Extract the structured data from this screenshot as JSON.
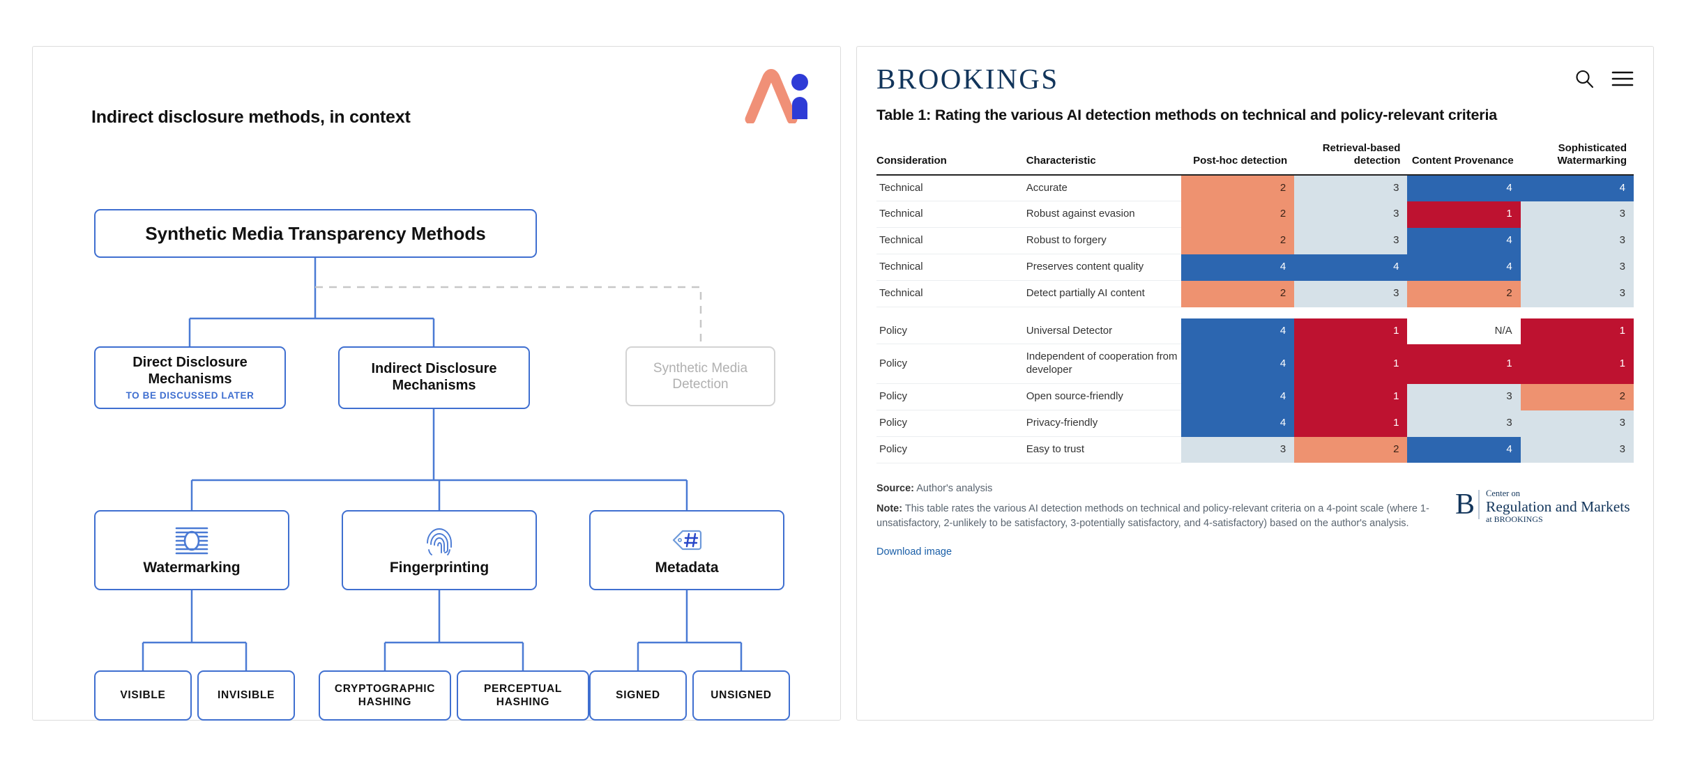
{
  "left": {
    "title": "Indirect disclosure methods, in context",
    "logo_name": "ai-logo",
    "nodes": {
      "root": "Synthetic Media Transparency Methods",
      "direct": "Direct Disclosure Mechanisms",
      "direct_sub": "TO BE DISCUSSED LATER",
      "indirect": "Indirect Disclosure Mechanisms",
      "ghost": "Synthetic Media Detection",
      "watermarking": "Watermarking",
      "fingerprinting": "Fingerprinting",
      "metadata": "Metadata",
      "visible": "VISIBLE",
      "invisible": "INVISIBLE",
      "crypto_hashing": "CRYPTOGRAPHIC HASHING",
      "perceptual_hashing": "PERCEPTUAL HASHING",
      "signed": "SIGNED",
      "unsigned": "UNSIGNED"
    },
    "icons": {
      "watermarking": "watermark-lines-icon",
      "fingerprinting": "fingerprint-icon",
      "metadata": "tag-hash-icon"
    }
  },
  "right": {
    "brand": "BROOKINGS",
    "search_icon": "search-icon",
    "menu_icon": "hamburger-menu-icon",
    "table_title": "Table 1: Rating the various AI detection methods on technical and policy-relevant criteria",
    "columns": [
      "Consideration",
      "Characteristic",
      "Post-hoc detection",
      "Retrieval-based detection",
      "Content Provenance",
      "Sophisticated Watermarking"
    ],
    "rows": [
      {
        "consideration": "Technical",
        "characteristic": "Accurate",
        "scores": [
          "2",
          "3",
          "4",
          "4"
        ]
      },
      {
        "consideration": "Technical",
        "characteristic": "Robust against evasion",
        "scores": [
          "2",
          "3",
          "1",
          "3"
        ]
      },
      {
        "consideration": "Technical",
        "characteristic": "Robust to forgery",
        "scores": [
          "2",
          "3",
          "4",
          "3"
        ]
      },
      {
        "consideration": "Technical",
        "characteristic": "Preserves content quality",
        "scores": [
          "4",
          "4",
          "4",
          "3"
        ]
      },
      {
        "consideration": "Technical",
        "characteristic": "Detect partially AI content",
        "scores": [
          "2",
          "3",
          "2",
          "3"
        ]
      },
      {
        "consideration": "Policy",
        "characteristic": "Universal Detector",
        "scores": [
          "4",
          "1",
          "N/A",
          "1"
        ]
      },
      {
        "consideration": "Policy",
        "characteristic": "Independent of cooperation from developer",
        "scores": [
          "4",
          "1",
          "1",
          "1"
        ]
      },
      {
        "consideration": "Policy",
        "characteristic": "Open source-friendly",
        "scores": [
          "4",
          "1",
          "3",
          "2"
        ]
      },
      {
        "consideration": "Policy",
        "characteristic": "Privacy-friendly",
        "scores": [
          "4",
          "1",
          "3",
          "3"
        ]
      },
      {
        "consideration": "Policy",
        "characteristic": "Easy to trust",
        "scores": [
          "3",
          "2",
          "4",
          "3"
        ]
      }
    ],
    "gap_after_row_index": 4,
    "source_label": "Source:",
    "source_text": "Author's analysis",
    "note_label": "Note:",
    "note_text": "This table rates the various AI detection methods on technical and policy-relevant criteria on a 4-point scale (where 1-unsatisfactory, 2-unlikely to be satisfactory, 3-potentially satisfactory, and 4-satisfactory) based on the author's analysis.",
    "download_link": "Download image",
    "center_logo": {
      "mark": "B",
      "line1": "Center on",
      "line2": "Regulation and Markets",
      "line3": "at BROOKINGS"
    }
  },
  "chart_data": {
    "type": "heatmap",
    "title": "Table 1: Rating the various AI detection methods on technical and policy-relevant criteria",
    "x_categories": [
      "Post-hoc detection",
      "Retrieval-based detection",
      "Content Provenance",
      "Sophisticated Watermarking"
    ],
    "y_categories": [
      "Accurate",
      "Robust against evasion",
      "Robust to forgery",
      "Preserves content quality",
      "Detect partially AI content",
      "Universal Detector",
      "Independent of cooperation from developer",
      "Open source-friendly",
      "Privacy-friendly",
      "Easy to trust"
    ],
    "groups": [
      "Technical",
      "Technical",
      "Technical",
      "Technical",
      "Technical",
      "Policy",
      "Policy",
      "Policy",
      "Policy",
      "Policy"
    ],
    "values": [
      [
        2,
        3,
        4,
        4
      ],
      [
        2,
        3,
        1,
        3
      ],
      [
        2,
        3,
        4,
        3
      ],
      [
        4,
        4,
        4,
        3
      ],
      [
        2,
        3,
        2,
        3
      ],
      [
        4,
        1,
        null,
        1
      ],
      [
        4,
        1,
        1,
        1
      ],
      [
        4,
        1,
        3,
        2
      ],
      [
        4,
        1,
        3,
        3
      ],
      [
        3,
        2,
        4,
        3
      ]
    ],
    "scale": {
      "min": 1,
      "max": 4
    },
    "legend": {
      "1": "unsatisfactory",
      "2": "unlikely to be satisfactory",
      "3": "potentially satisfactory",
      "4": "satisfactory"
    },
    "colors": {
      "1": "#be1230",
      "2": "#ee9270",
      "3": "#d6e1e8",
      "4": "#2c66b0",
      "na": "#ffffff"
    },
    "xlabel": "",
    "ylabel": "",
    "grid": false,
    "legend_position": "note"
  }
}
